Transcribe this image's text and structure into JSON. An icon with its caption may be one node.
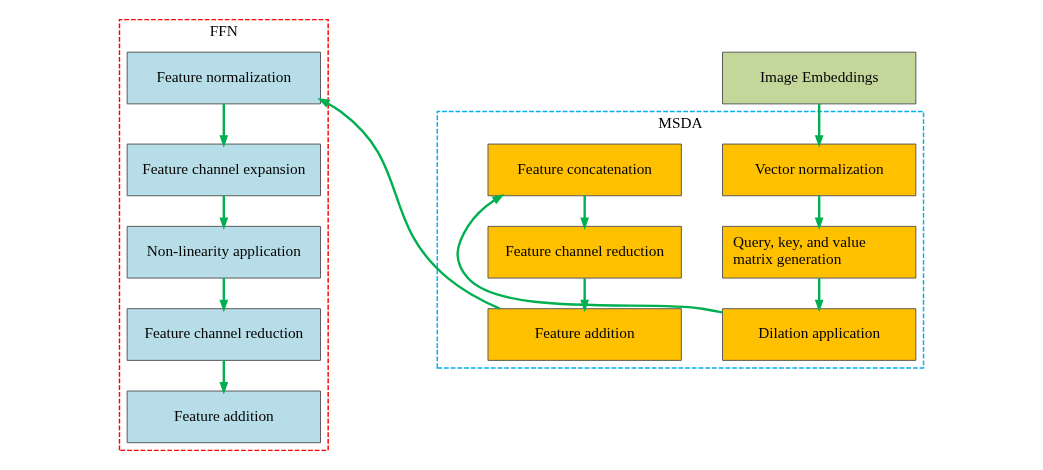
{
  "diagram": {
    "nodes": [
      {
        "text": [
          "MSDA"
        ]
      },
      {
        "text": [
          "Image Embeddings"
        ]
      },
      {
        "text": [
          "Vector normalization"
        ],
        "in": 0
      },
      {
        "text": [
          "Query, key, and value matrix generation"
        ],
        "in": 0
      },
      {
        "text": [
          "Dilation application"
        ],
        "in": 0
      },
      {
        "text": [
          "Feature concatenation"
        ],
        "in": 0
      },
      {
        "text": [
          "Feature channel reduction"
        ],
        "in": 0
      },
      {
        "text": [
          "Feature addition"
        ],
        "in": 0
      },
      {
        "text": [
          "FFN"
        ]
      },
      {
        "text": [
          "Feature normalization"
        ],
        "in": 8
      },
      {
        "text": [
          "Feature channel expansion"
        ],
        "in": 8
      },
      {
        "text": [
          "Non-linearity application"
        ],
        "in": 8
      },
      {
        "text": [
          "Feature channel reduction"
        ],
        "in": 8
      },
      {
        "text": [
          "Feature addition"
        ],
        "in": 8
      }
    ],
    "edges": [
      {
        "from": 1,
        "to": 2,
        "arrow": "to"
      },
      {
        "from": 2,
        "to": 3,
        "arrow": "to"
      },
      {
        "from": 3,
        "to": 4,
        "arrow": "to"
      },
      {
        "from": 4,
        "to": 5,
        "arrow": "to"
      },
      {
        "from": 5,
        "to": 6,
        "arrow": "to"
      },
      {
        "from": 6,
        "to": 7,
        "arrow": "to"
      },
      {
        "from": 7,
        "to": 9,
        "arrow": "to"
      },
      {
        "from": 9,
        "to": 10,
        "arrow": "to"
      },
      {
        "from": 10,
        "to": 11,
        "arrow": "to"
      },
      {
        "from": 11,
        "to": 12,
        "arrow": "to"
      },
      {
        "from": 12,
        "to": 13,
        "arrow": "to"
      }
    ]
  }
}
